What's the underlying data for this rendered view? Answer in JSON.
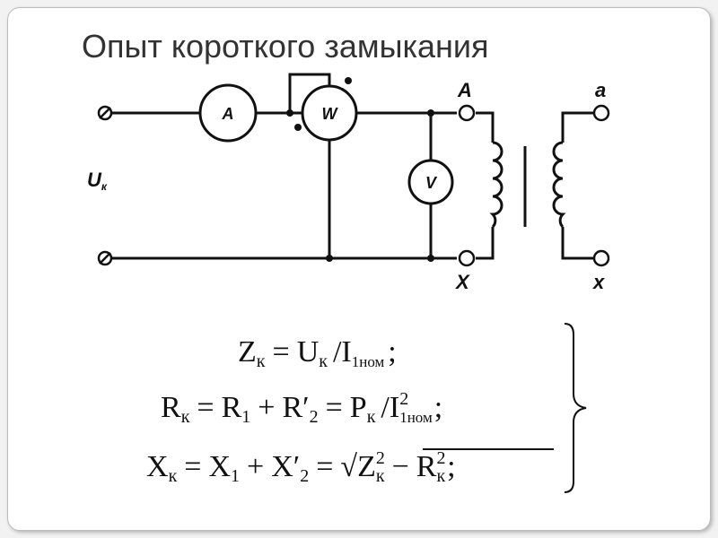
{
  "slide": {
    "title": "Опыт короткого замыкания"
  },
  "circuit": {
    "voltage_label": "U",
    "voltage_subscript": "к",
    "ammeter_label": "A",
    "wattmeter_label": "W",
    "voltmeter_label": "V",
    "primary_start_label": "A",
    "primary_end_label": "X",
    "secondary_start_label": "a",
    "secondary_end_label": "x"
  },
  "formulas": {
    "line1": {
      "z": "Z",
      "k": "к",
      "eq": "=",
      "u": "U",
      "k2": "к",
      "slash": "/",
      "i": "I",
      "i_sub": "1ном",
      "end": ";"
    },
    "line2": {
      "r": "R",
      "k": "к",
      "eq": "=",
      "r1": "R",
      "one": "1",
      "plus": "+",
      "r2": "R′",
      "two": "2",
      "eq2": "=",
      "p": "P",
      "k2": "к",
      "slash": "/",
      "i": "I",
      "i_sub": "1ном",
      "i_sup": "2",
      "end": ";"
    },
    "line3": {
      "x": "X",
      "k": "к",
      "eq": "=",
      "x1": "X",
      "one": "1",
      "plus": "+",
      "x2": "X′",
      "two": "2",
      "eq2": "=",
      "sqrt": "√",
      "z": "Z",
      "z_sup": "2",
      "z_sub": "к",
      "minus": "−",
      "r": "R",
      "r_sup": "2",
      "r_sub": "к",
      "end": ";"
    }
  }
}
